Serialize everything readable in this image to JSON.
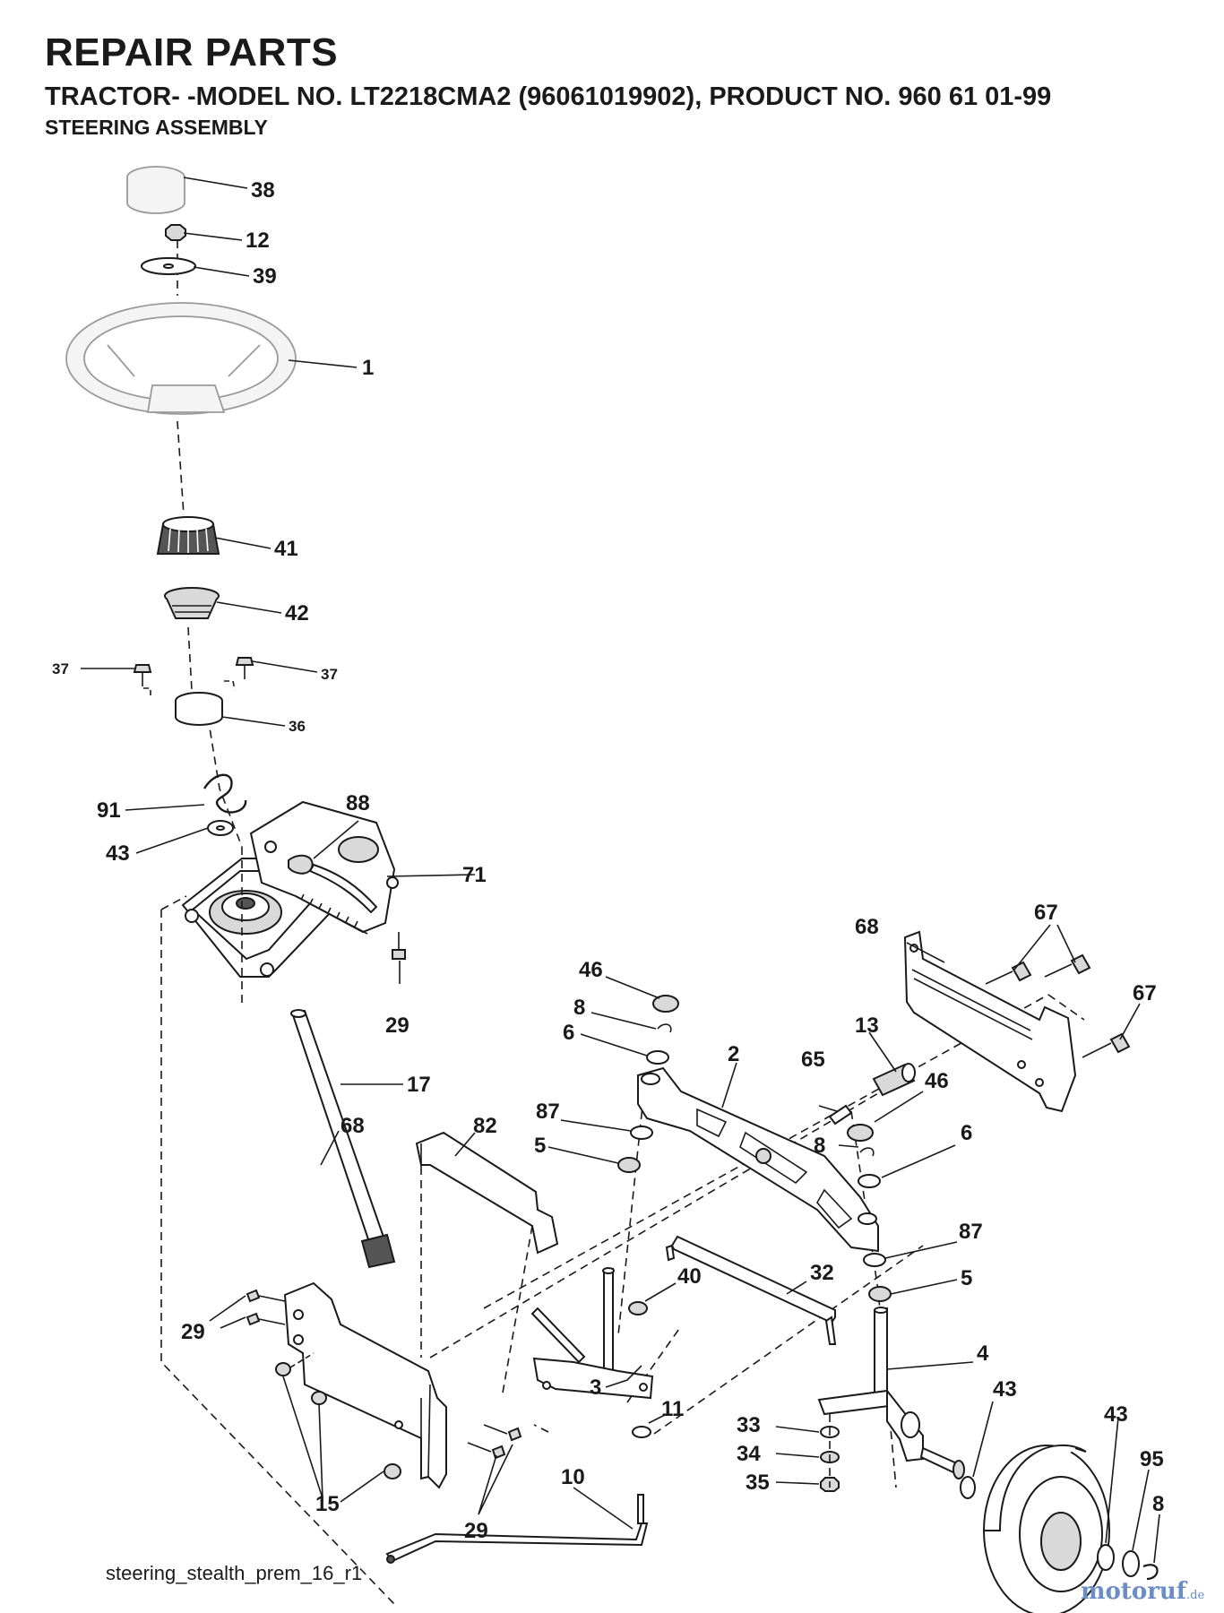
{
  "header": {
    "title": "REPAIR PARTS",
    "model_line": "TRACTOR- -MODEL NO. LT2218CMA2 (96061019902), PRODUCT NO. 960 61 01-99",
    "section": "STEERING ASSEMBLY"
  },
  "footer": {
    "drawing_id": "steering_stealth_prem_16_r1",
    "watermark": "motoruf",
    "watermark_suffix": ".de"
  },
  "callouts": [
    {
      "id": "c38",
      "text": "38"
    },
    {
      "id": "c12",
      "text": "12"
    },
    {
      "id": "c39",
      "text": "39"
    },
    {
      "id": "c1",
      "text": "1"
    },
    {
      "id": "c41",
      "text": "41"
    },
    {
      "id": "c42",
      "text": "42"
    },
    {
      "id": "c37a",
      "text": "37"
    },
    {
      "id": "c37b",
      "text": "37"
    },
    {
      "id": "c36",
      "text": "36"
    },
    {
      "id": "c91",
      "text": "91"
    },
    {
      "id": "c88",
      "text": "88"
    },
    {
      "id": "c43a",
      "text": "43"
    },
    {
      "id": "c71",
      "text": "71"
    },
    {
      "id": "c29a",
      "text": "29"
    },
    {
      "id": "c17",
      "text": "17"
    },
    {
      "id": "c82",
      "text": "82"
    },
    {
      "id": "c68a",
      "text": "68"
    },
    {
      "id": "c29b",
      "text": "29"
    },
    {
      "id": "c15",
      "text": "15"
    },
    {
      "id": "c29c",
      "text": "29"
    },
    {
      "id": "c10",
      "text": "10"
    },
    {
      "id": "c46a",
      "text": "46"
    },
    {
      "id": "c8a",
      "text": "8"
    },
    {
      "id": "c6a",
      "text": "6"
    },
    {
      "id": "c2",
      "text": "2"
    },
    {
      "id": "c87a",
      "text": "87"
    },
    {
      "id": "c5a",
      "text": "5"
    },
    {
      "id": "c40",
      "text": "40"
    },
    {
      "id": "c3",
      "text": "3"
    },
    {
      "id": "c11",
      "text": "11"
    },
    {
      "id": "c32",
      "text": "32"
    },
    {
      "id": "c65",
      "text": "65"
    },
    {
      "id": "c13",
      "text": "13"
    },
    {
      "id": "c46b",
      "text": "46"
    },
    {
      "id": "c8b",
      "text": "8"
    },
    {
      "id": "c6b",
      "text": "6"
    },
    {
      "id": "c68b",
      "text": "68"
    },
    {
      "id": "c67a",
      "text": "67"
    },
    {
      "id": "c67b",
      "text": "67"
    },
    {
      "id": "c87b",
      "text": "87"
    },
    {
      "id": "c5b",
      "text": "5"
    },
    {
      "id": "c4",
      "text": "4"
    },
    {
      "id": "c33",
      "text": "33"
    },
    {
      "id": "c34",
      "text": "34"
    },
    {
      "id": "c35",
      "text": "35"
    },
    {
      "id": "c43b",
      "text": "43"
    },
    {
      "id": "c43c",
      "text": "43"
    },
    {
      "id": "c95",
      "text": "95"
    },
    {
      "id": "c8c",
      "text": "8"
    }
  ]
}
